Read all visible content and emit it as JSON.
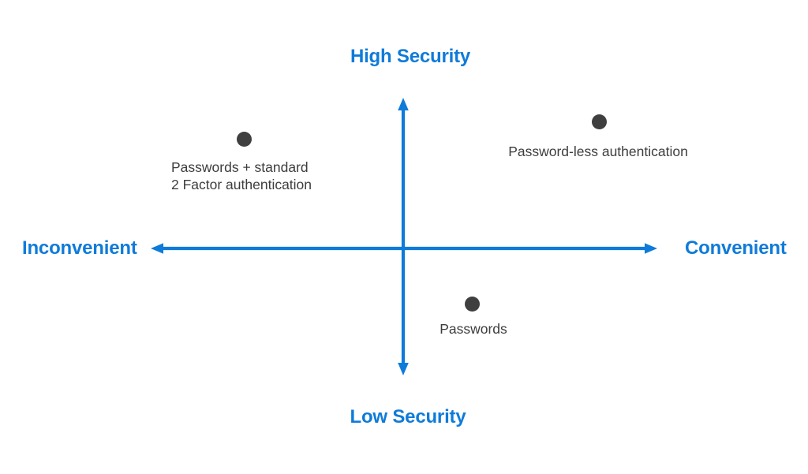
{
  "colors": {
    "axis": "#0f7bd9",
    "heading": "#0f7bd9",
    "dot": "#3f3f3f",
    "label": "#3d3d3d",
    "background": "#ffffff"
  },
  "axes": {
    "vertical": {
      "top_label": "High Security",
      "bottom_label": "Low Security"
    },
    "horizontal": {
      "left_label": "Inconvenient",
      "right_label": "Convenient"
    }
  },
  "points": [
    {
      "id": "passwords-plus-2fa",
      "lines": [
        "Passwords + standard",
        "2 Factor authentication"
      ],
      "quadrant": "high-security-inconvenient"
    },
    {
      "id": "password-less-authentication",
      "lines": [
        "Password-less authentication"
      ],
      "quadrant": "high-security-convenient"
    },
    {
      "id": "passwords",
      "lines": [
        "Passwords"
      ],
      "quadrant": "low-security-convenient"
    }
  ]
}
